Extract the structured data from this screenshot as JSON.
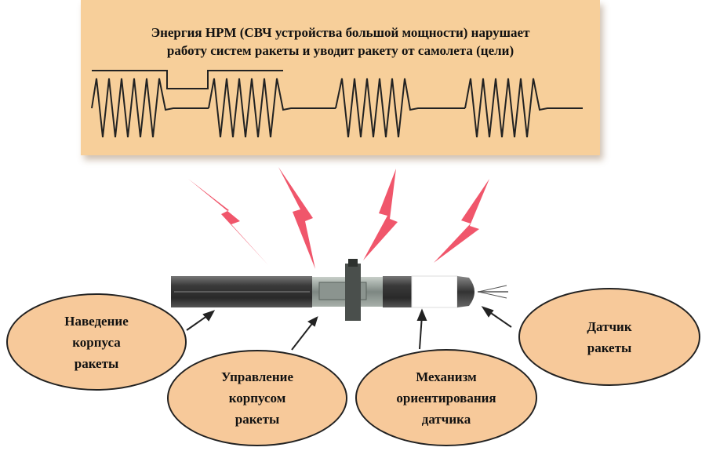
{
  "headline": "Энергия HPM (СВЧ устройства большой мощности) нарушает\nработу систем ракеты и уводит ракету от самолета (цели)",
  "labels": {
    "body_guidance": "Наведение\nкорпуса\nракеты",
    "body_control": "Управление\nкорпусом\nракеты",
    "sensor_mechanism": "Механизм\nориентирования\nдатчика",
    "sensor": "Датчик\nракеты"
  },
  "colors": {
    "panel": "#f7cf9a",
    "oval": "#f7c99a",
    "lightning": "#f0566b",
    "wave": "#222222"
  }
}
